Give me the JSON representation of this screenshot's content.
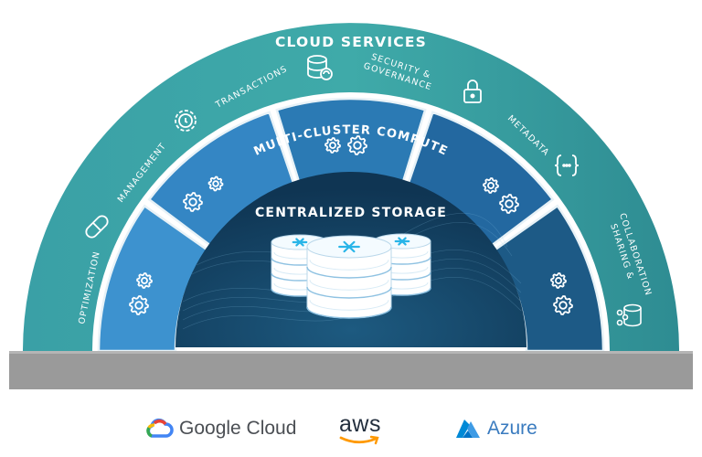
{
  "layers": {
    "outer": {
      "title": "CLOUD SERVICES",
      "color_start": "#46a9a9",
      "color_end": "#2f8a93"
    },
    "middle": {
      "title": "MULTI-CLUSTER COMPUTE",
      "color": "#2b7fb8"
    },
    "inner": {
      "title": "CENTRALIZED STORAGE",
      "color": "#113d5c"
    }
  },
  "services": [
    {
      "label": "OPTIMIZATION",
      "icon": "pill-icon"
    },
    {
      "label": "MANAGEMENT",
      "icon": "gear-clock-icon"
    },
    {
      "label": "TRANSACTIONS",
      "icon": "database-sync-icon"
    },
    {
      "label_lines": [
        "SECURITY &",
        "GOVERNANCE"
      ],
      "icon": "lock-icon"
    },
    {
      "label": "METADATA",
      "icon": "braces-icon"
    },
    {
      "label_lines": [
        "SHARING &",
        "COLLABORATION"
      ],
      "icon": "share-database-icon"
    }
  ],
  "compute_segments": 5,
  "providers": [
    {
      "name": "Google Cloud",
      "icon": "google-cloud-icon"
    },
    {
      "name": "aws",
      "icon": "aws-smile-icon"
    },
    {
      "name": "Azure",
      "icon": "azure-icon"
    }
  ],
  "colors": {
    "base_bar": "#9a9a9a",
    "snowflake": "#29b5e8"
  }
}
